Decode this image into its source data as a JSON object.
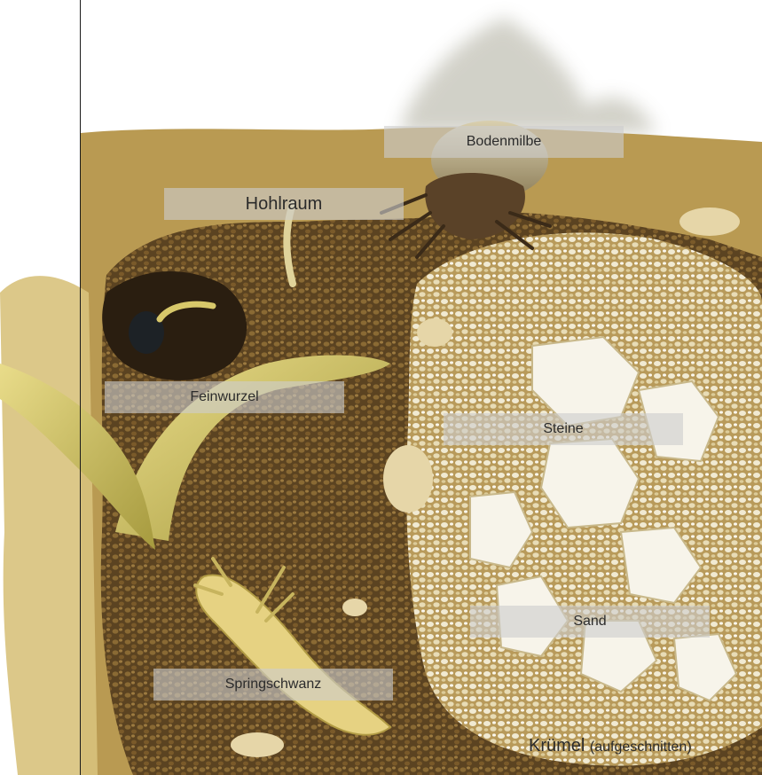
{
  "labels": {
    "bodenmilbe": "Bodenmilbe",
    "hohlraum": "Hohlraum",
    "feinwurzel": "Feinwurzel",
    "steine": "Steine",
    "sand": "Sand",
    "springschwanz": "Springschwanz"
  },
  "caption": {
    "main": "Krümel",
    "sub": "(aufgeschnitten)"
  },
  "colors": {
    "soil_dark": "#4a3618",
    "soil_mid": "#7a5a28",
    "soil_light": "#c9a85c",
    "sand": "#e2d2a8",
    "stone": "#f4f1e8",
    "root": "#d8c86a",
    "label_bg": "#cdcdcd"
  }
}
